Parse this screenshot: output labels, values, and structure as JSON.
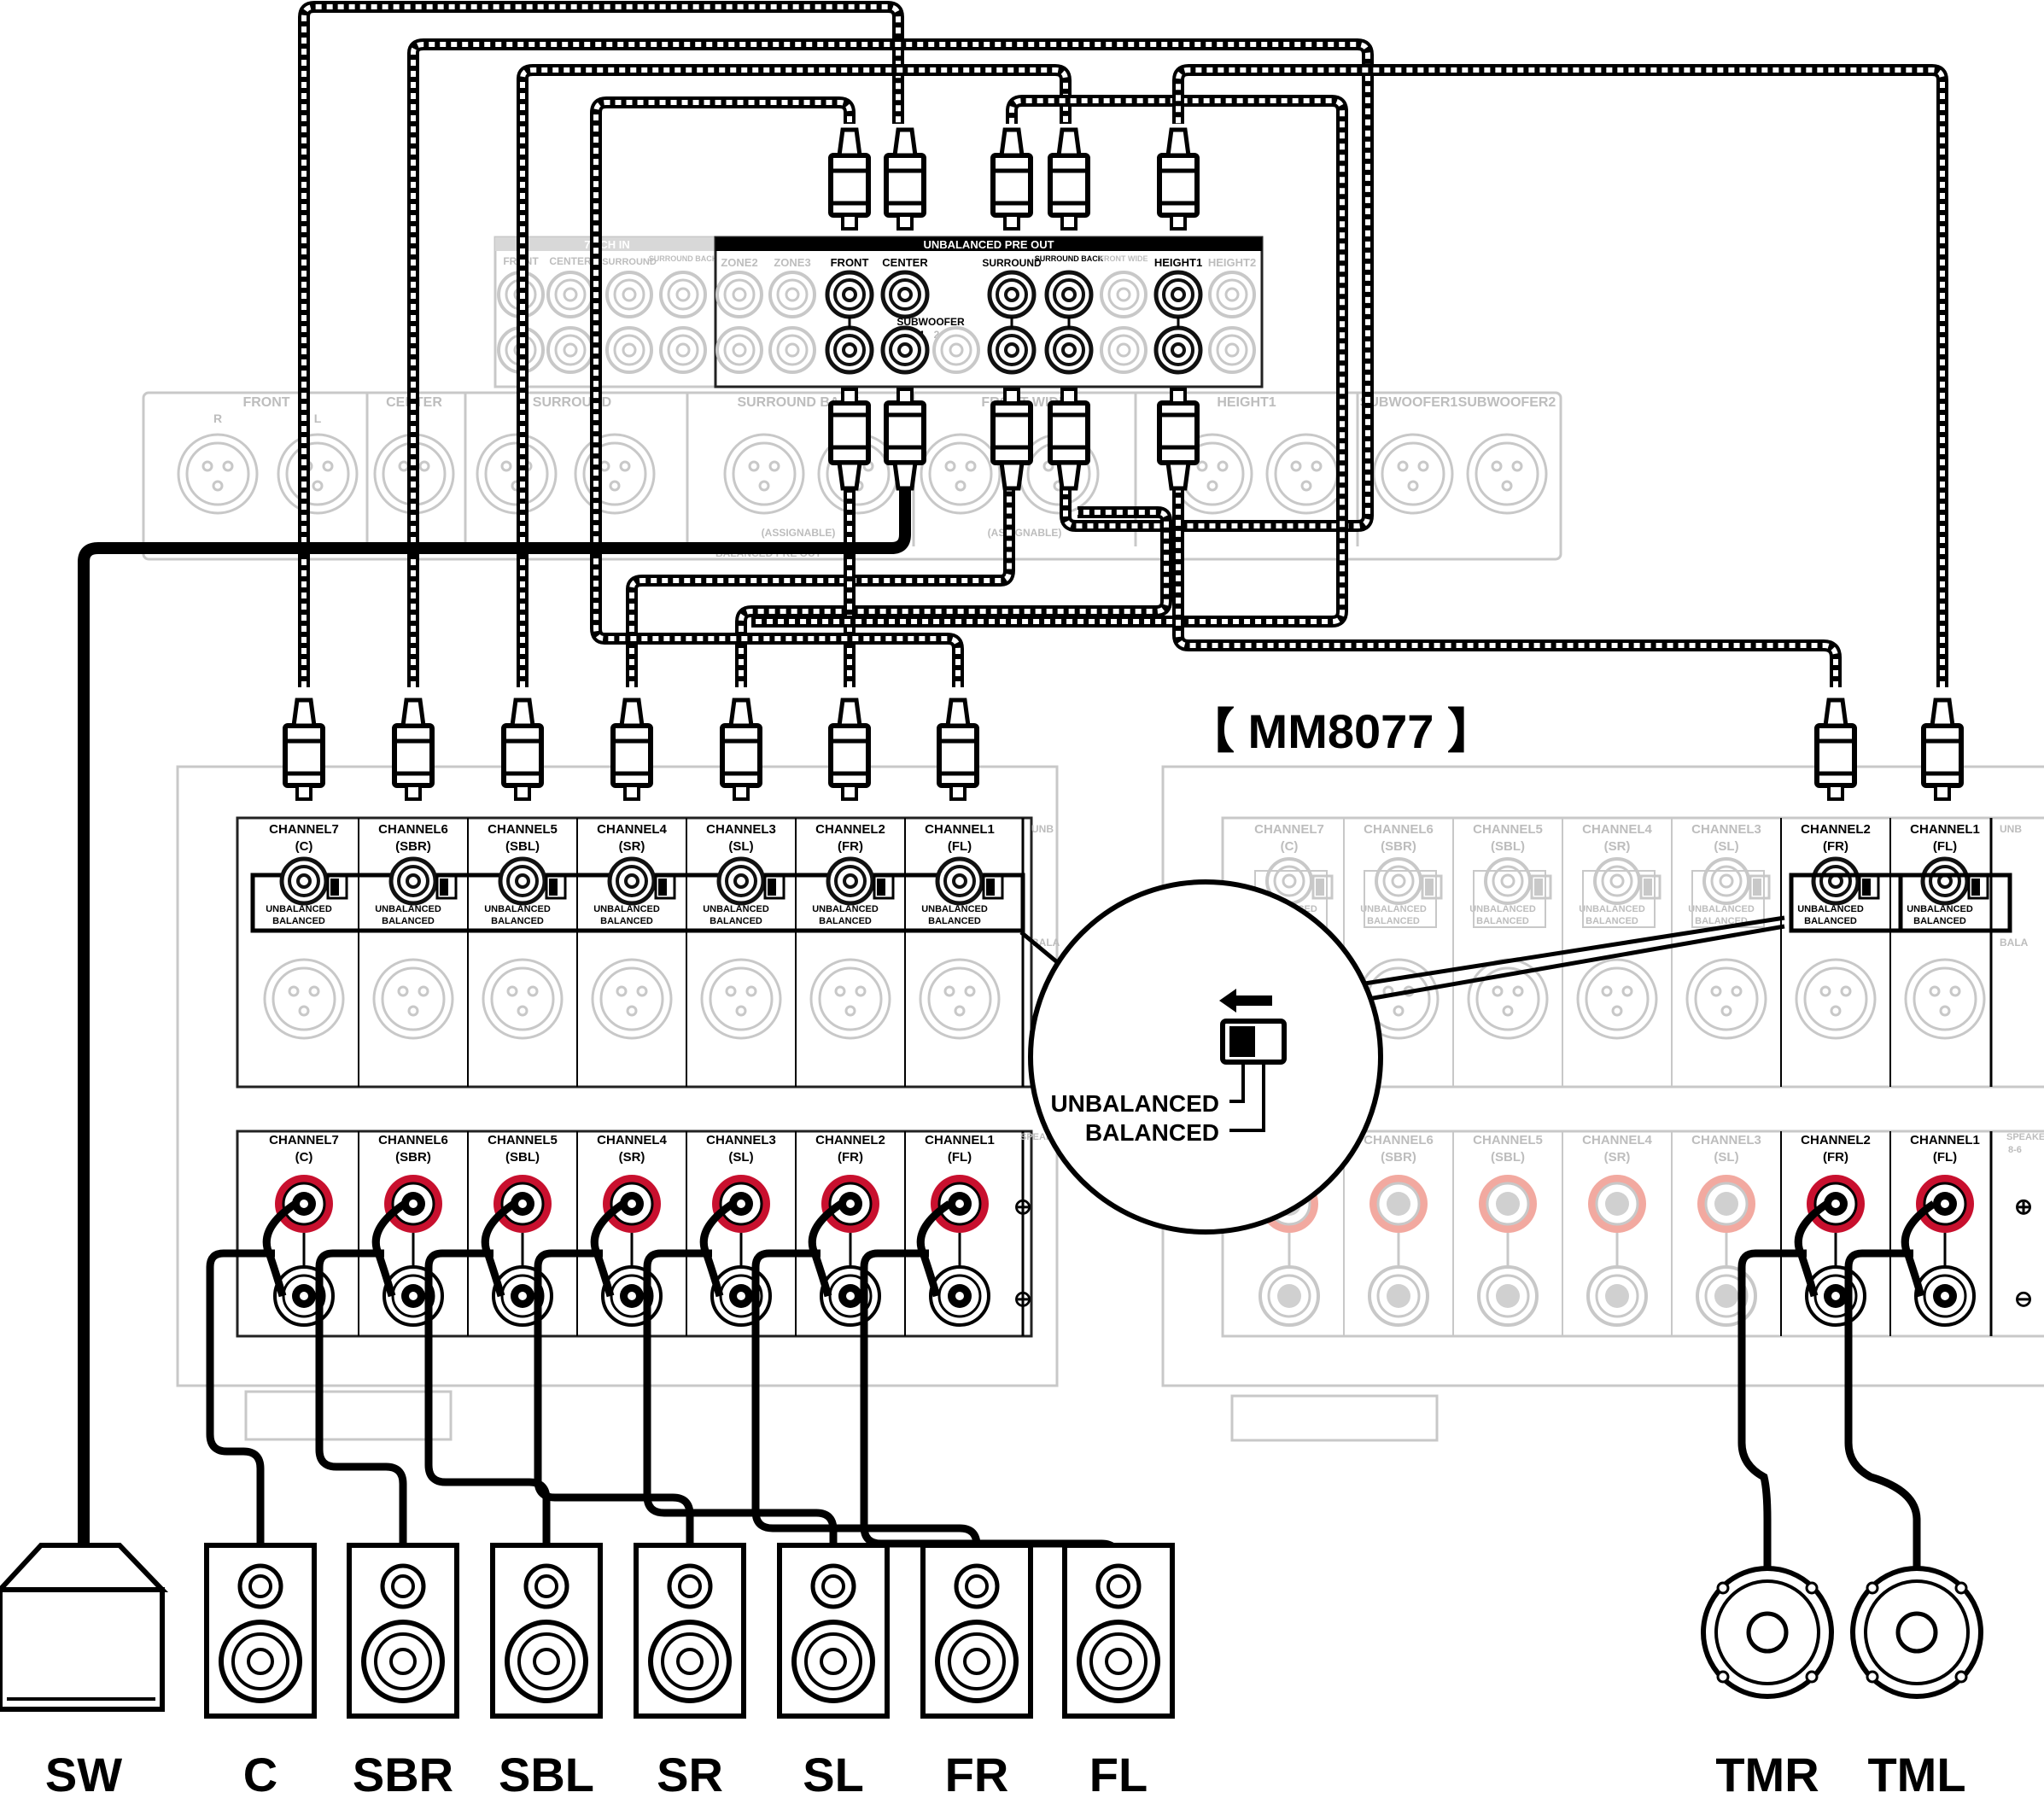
{
  "model_label": "【 MM8077 】",
  "receiver": {
    "section_7ch_in": "7.1CH IN",
    "section_preout": "UNBALANCED PRE OUT",
    "top_labels": [
      "FRONT",
      "CENTER",
      "SURROUND",
      "SURROUND BACK"
    ],
    "preout_labels": [
      "ZONE2",
      "ZONE3",
      "FRONT",
      "CENTER",
      "SURROUND",
      "SURROUND BACK",
      "FRONT WIDE",
      "HEIGHT1",
      "HEIGHT2"
    ],
    "subwoofer_label": "SUBWOOFER",
    "subwoofer_nums": [
      "1",
      "2"
    ],
    "xlr_labels": [
      "FRONT",
      "CENTER",
      "SURROUND",
      "SURROUND BACK",
      "FRONT WIDE",
      "HEIGHT1",
      "SUBWOOFER1",
      "SUBWOOFER2"
    ],
    "assignable": "(ASSIGNABLE)",
    "balanced_preout": "BALANCED PRE OUT",
    "r_label": "R",
    "l_label": "L"
  },
  "amp_channels": [
    {
      "name": "CHANNEL7",
      "sub": "(C)"
    },
    {
      "name": "CHANNEL6",
      "sub": "(SBR)"
    },
    {
      "name": "CHANNEL5",
      "sub": "(SBL)"
    },
    {
      "name": "CHANNEL4",
      "sub": "(SR)"
    },
    {
      "name": "CHANNEL3",
      "sub": "(SL)"
    },
    {
      "name": "CHANNEL2",
      "sub": "(FR)"
    },
    {
      "name": "CHANNEL1",
      "sub": "(FL)"
    }
  ],
  "switch_labels": {
    "unbalanced": "UNBALANCED",
    "balanced": "BALANCED"
  },
  "callout": {
    "unbalanced": "UNBALANCED",
    "balanced": "BALANCED"
  },
  "symbols": {
    "plus": "⊕",
    "minus": "⊖"
  },
  "speakers_label": "SPEAKERS",
  "speakers_range": "8-6",
  "balanced_in": "BALA",
  "unbal_in": "UNB",
  "speakers": [
    "SW",
    "C",
    "SBR",
    "SBL",
    "SR",
    "SL",
    "FR",
    "FL"
  ],
  "top_speakers": [
    "TMR",
    "TML"
  ],
  "colors": {
    "terminal_red": "#c8102e",
    "ghost_gray": "#c8c8c8"
  }
}
